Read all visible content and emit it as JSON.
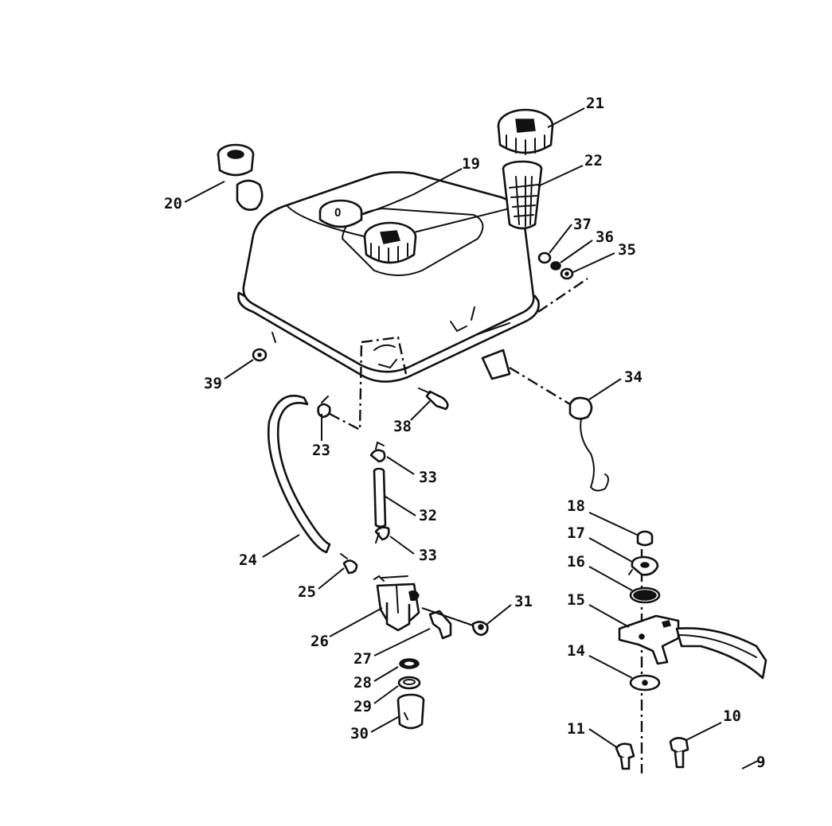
{
  "figure": {
    "callouts": [
      "9",
      "10",
      "11",
      "14",
      "15",
      "16",
      "17",
      "18",
      "19",
      "20",
      "21",
      "22",
      "23",
      "24",
      "25",
      "26",
      "27",
      "28",
      "29",
      "30",
      "31",
      "32",
      "33",
      "34",
      "35",
      "36",
      "37",
      "38",
      "39"
    ],
    "label_33_duplicate": "33"
  }
}
